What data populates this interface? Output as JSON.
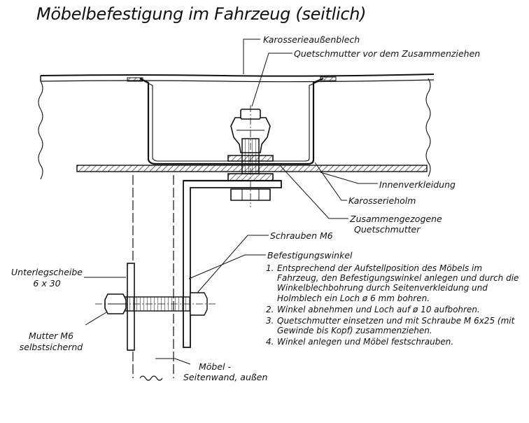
{
  "title": "Möbelbefestigung im Fahrzeug (seitlich)",
  "labels": {
    "outer_panel": "Karosserieaußenblech",
    "clinch_nut_before": "Quetschmutter vor dem Zusammenziehen",
    "inner_lining": "Innenverkleidung",
    "body_rail": "Karosserieholm",
    "clinch_nut_after_1": "Zusammengezogene",
    "clinch_nut_after_2": "Quetschmutter",
    "screws": "Schrauben M6",
    "bracket": "Befestigungswinkel",
    "washer_1": "Unterlegscheibe",
    "washer_2": "6 x 30",
    "nut_1": "Mutter M6",
    "nut_2": "selbstsichernd",
    "furniture_wall_1": "Möbel -",
    "furniture_wall_2": "Seitenwand, außen"
  },
  "steps": [
    {
      "num": "1.",
      "text": "Entsprechend der Aufstellposition des Möbels im Fahrzeug, den Befestigungswinkel anlegen und durch die Winkelblechbohrung durch Seitenverkleidung und Holmblech ein Loch ø 6 mm bohren."
    },
    {
      "num": "2.",
      "text": "Winkel abnehmen und Loch auf ø 10 aufbohren."
    },
    {
      "num": "3.",
      "text": "Quetschmutter einsetzen und mit Schraube M 6x25 (mit Gewinde bis Kopf) zusammenziehen."
    },
    {
      "num": "4.",
      "text": "Winkel anlegen und Möbel festschrauben."
    }
  ]
}
